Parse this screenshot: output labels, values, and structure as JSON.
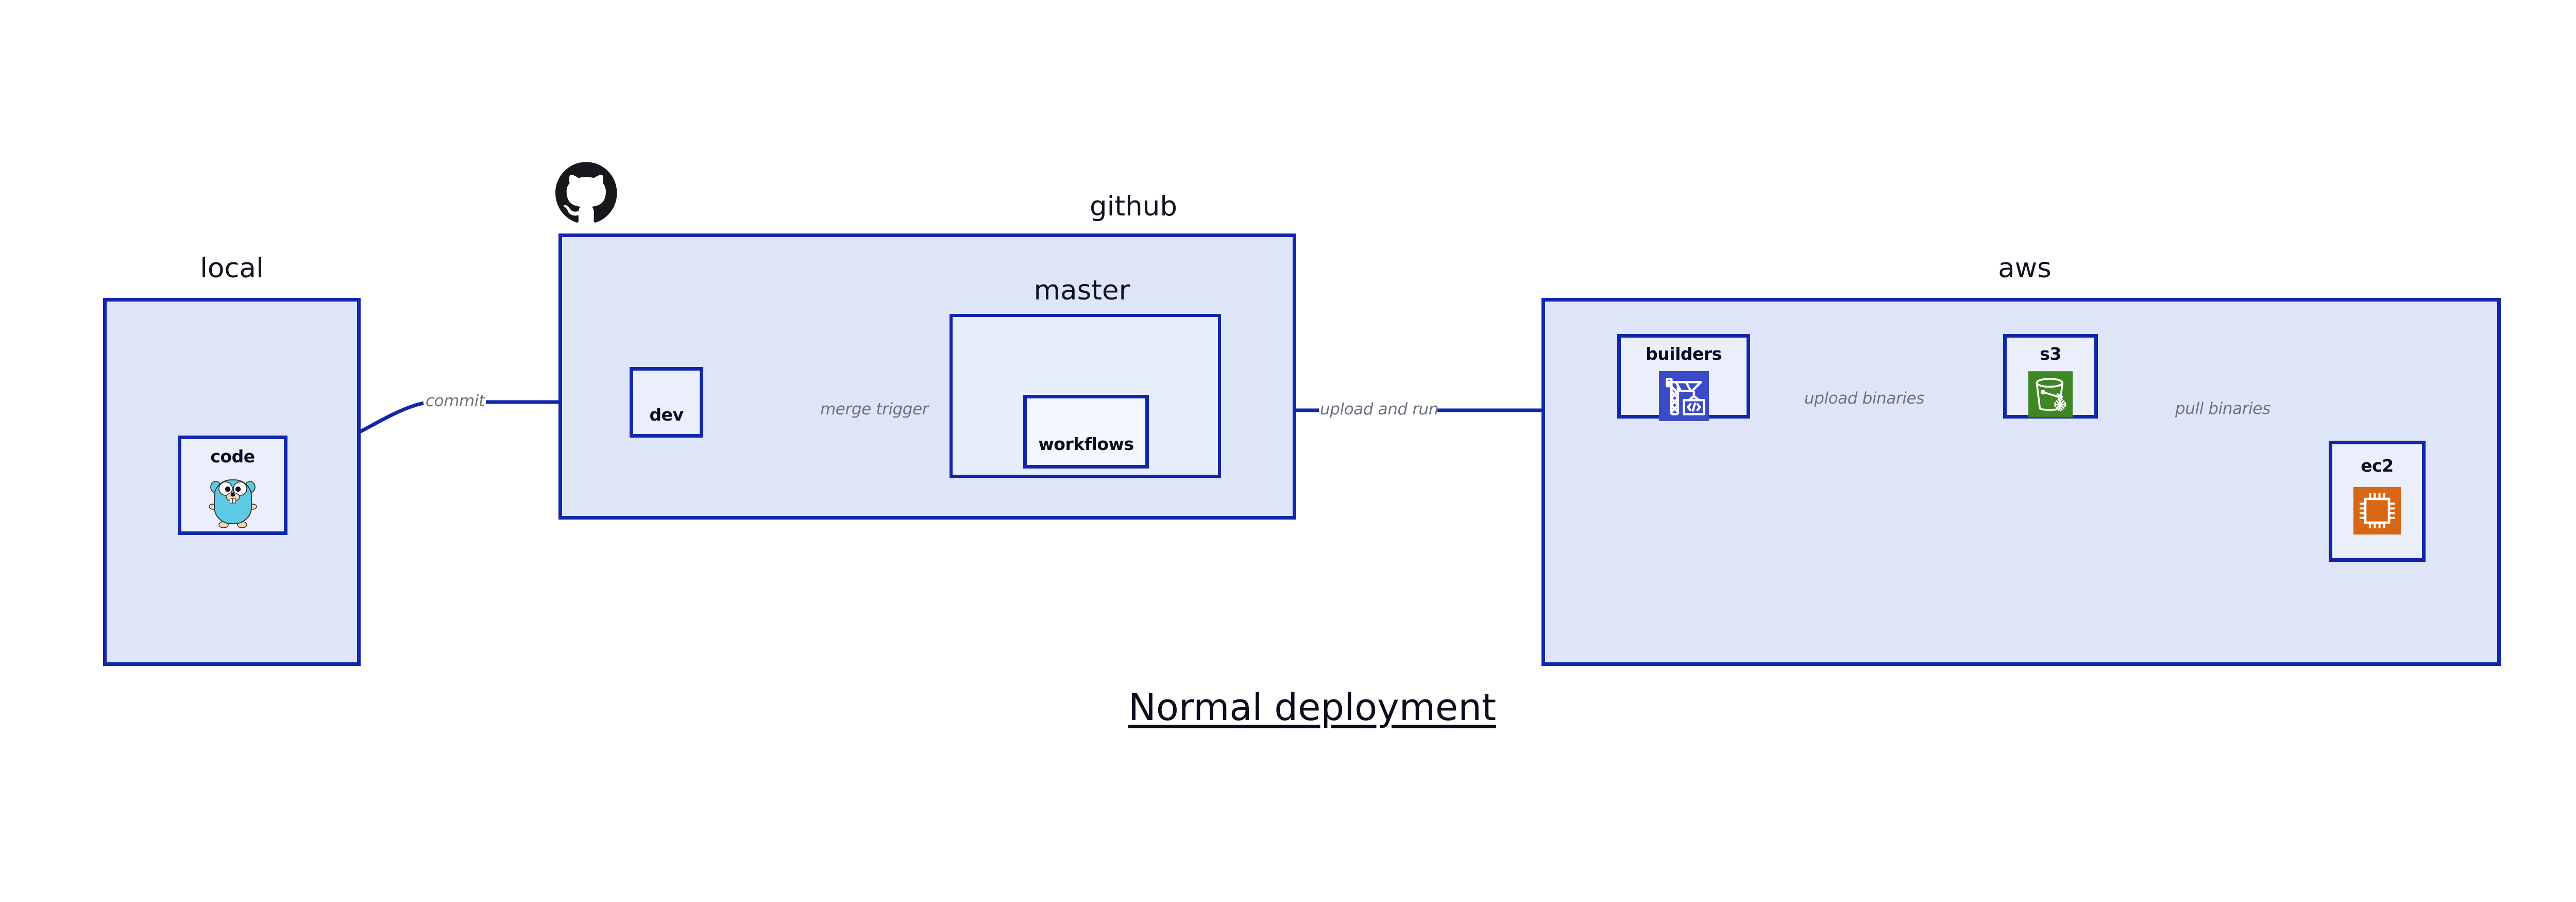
{
  "diagram": {
    "caption": "Normal deployment",
    "background_color": "#ffffff",
    "accent_color": "#1226ab",
    "group_fill": "#dfe5f8",
    "nested_fill": "#e8edfb",
    "node_fill": "#ebeffc",
    "edge_label_color": "#6d7280"
  },
  "groups": {
    "local": {
      "title": "local",
      "nodes": {
        "code": {
          "label": "code",
          "icon": "go-gopher-icon"
        }
      }
    },
    "github": {
      "title": "github",
      "logo": "github-octocat-icon",
      "nodes": {
        "dev": {
          "label": "dev"
        },
        "workflows": {
          "label": "workflows"
        }
      },
      "nested": {
        "master": {
          "title": "master"
        }
      }
    },
    "aws": {
      "title": "aws",
      "nodes": {
        "builders": {
          "label": "builders",
          "icon": "aws-builders-crane-icon",
          "icon_color": "#3b4bc8"
        },
        "s3": {
          "label": "s3",
          "icon": "aws-s3-bucket-icon",
          "icon_color": "#3f8624"
        },
        "ec2": {
          "label": "ec2",
          "icon": "aws-ec2-chip-icon",
          "icon_color": "#d86613"
        }
      }
    }
  },
  "edges": [
    {
      "id": "commit",
      "label": "commit",
      "from": "code",
      "to": "dev"
    },
    {
      "id": "merge-trigger",
      "label": "merge trigger",
      "from": "dev",
      "to": "workflows"
    },
    {
      "id": "upload-and-run",
      "label": "upload and run",
      "from": "workflows",
      "to": "builders"
    },
    {
      "id": "upload-binaries",
      "label": "upload binaries",
      "from": "builders",
      "to": "s3"
    },
    {
      "id": "pull-binaries",
      "label": "pull binaries",
      "from": "s3",
      "to": "ec2"
    }
  ]
}
